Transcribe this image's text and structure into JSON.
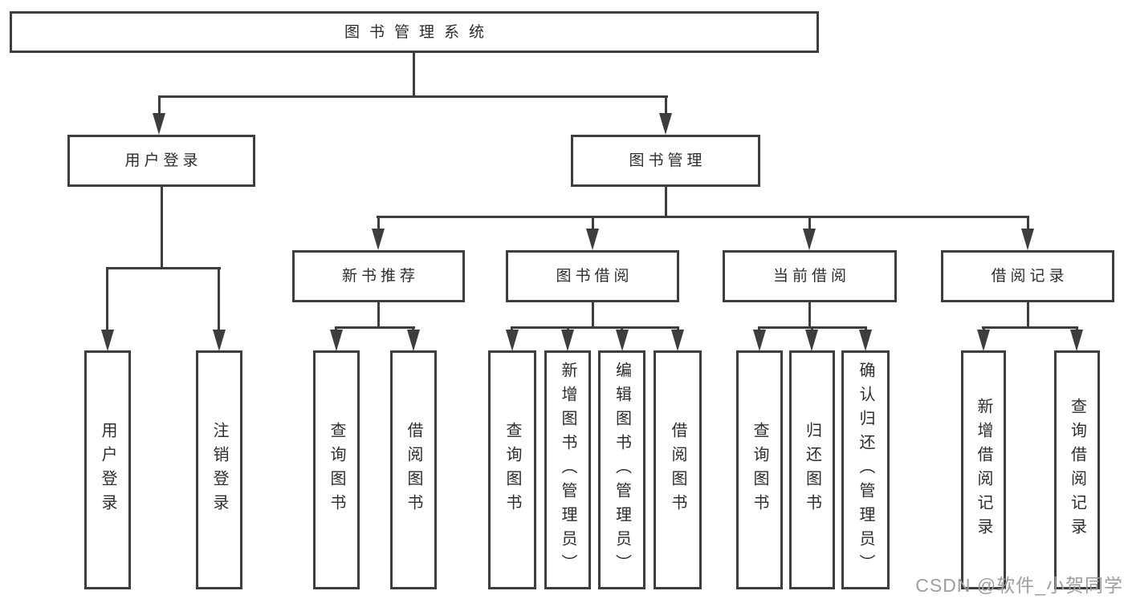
{
  "diagram": {
    "root_label": "图书管理系统",
    "level2": [
      {
        "label": "用户登录",
        "children": [
          "用户登录",
          "注销登录"
        ]
      },
      {
        "label": "图书管理"
      }
    ],
    "level3": [
      {
        "label": "新书推荐",
        "children": [
          "查询图书",
          "借阅图书"
        ]
      },
      {
        "label": "图书借阅",
        "children": [
          "查询图书",
          "新增图书（管理员）",
          "编辑图书（管理员）",
          "借阅图书"
        ]
      },
      {
        "label": "当前借阅",
        "children": [
          "查询图书",
          "归还图书",
          "确认归还（管理员）"
        ]
      },
      {
        "label": "借阅记录",
        "children": [
          "新增借阅记录",
          "查询借阅记录"
        ]
      }
    ]
  },
  "watermark": "CSDN @软件_小贺同学",
  "colors": {
    "line": "#3d3d3d",
    "text": "#2d2d2d",
    "watermark": "#9e9e9e",
    "background": "#ffffff"
  }
}
